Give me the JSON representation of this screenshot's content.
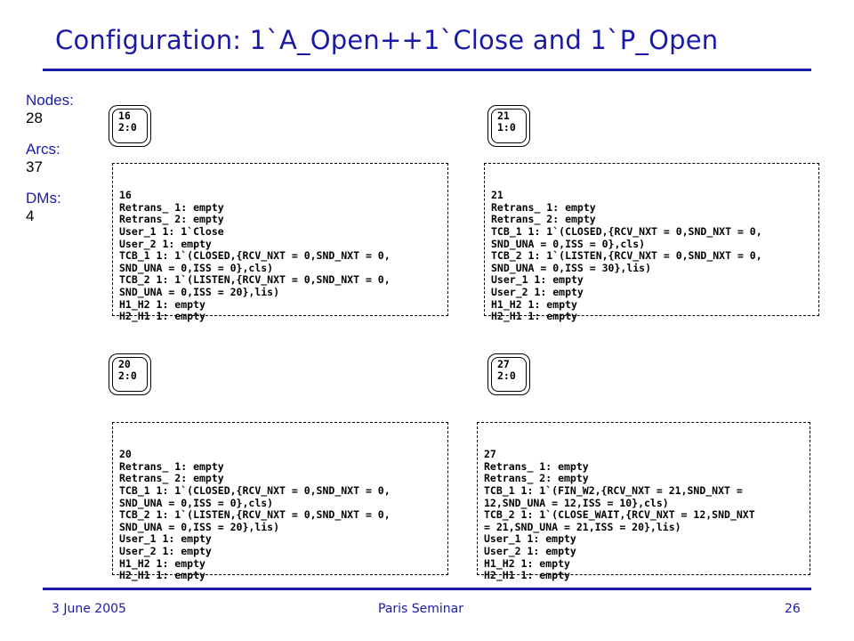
{
  "title": "Configuration: 1`A_Open++1`Close and 1`P_Open",
  "stats": {
    "nodes_label": "Nodes:",
    "nodes_value": "28",
    "arcs_label": "Arcs:",
    "arcs_value": "37",
    "dms_label": "DMs:",
    "dms_value": "4"
  },
  "states": [
    {
      "node_line1": "16",
      "node_line2": "2:0",
      "lines": [
        "16",
        "Retrans_ 1: empty",
        "Retrans_ 2: empty",
        "User_1 1: 1`Close",
        "User_2 1: empty",
        "TCB_1 1: 1`(CLOSED,{RCV_NXT = 0,SND_NXT = 0,",
        "SND_UNA = 0,ISS = 0},cls)",
        "TCB_2 1: 1`(LISTEN,{RCV_NXT = 0,SND_NXT = 0,",
        "SND_UNA = 0,ISS = 20},lis)",
        "H1_H2 1: empty",
        "H2_H1 1: empty"
      ]
    },
    {
      "node_line1": "21",
      "node_line2": "1:0",
      "lines": [
        "21",
        "Retrans_ 1: empty",
        "Retrans_ 2: empty",
        "TCB_1 1: 1`(CLOSED,{RCV_NXT = 0,SND_NXT = 0,",
        "SND_UNA = 0,ISS = 0},cls)",
        "TCB_2 1: 1`(LISTEN,{RCV_NXT = 0,SND_NXT = 0,",
        "SND_UNA = 0,ISS = 30},lis)",
        "User_1 1: empty",
        "User_2 1: empty",
        "H1_H2 1: empty",
        "H2_H1 1: empty"
      ]
    },
    {
      "node_line1": "20",
      "node_line2": "2:0",
      "lines": [
        "20",
        "Retrans_ 1: empty",
        "Retrans_ 2: empty",
        "TCB_1 1: 1`(CLOSED,{RCV_NXT = 0,SND_NXT = 0,",
        "SND_UNA = 0,ISS = 0},cls)",
        "TCB_2 1: 1`(LISTEN,{RCV_NXT = 0,SND_NXT = 0,",
        "SND_UNA = 0,ISS = 20},lis)",
        "User_1 1: empty",
        "User_2 1: empty",
        "H1_H2 1: empty",
        "H2_H1 1: empty"
      ]
    },
    {
      "node_line1": "27",
      "node_line2": "2:0",
      "lines": [
        "27",
        "Retrans_ 1: empty",
        "Retrans_ 2: empty",
        "TCB_1 1: 1`(FIN_W2,{RCV_NXT = 21,SND_NXT =",
        "12,SND_UNA = 12,ISS = 10},cls)",
        "TCB_2 1: 1`(CLOSE_WAIT,{RCV_NXT = 12,SND_NXT",
        "= 21,SND_UNA = 21,ISS = 20},lis)",
        "User_1 1: empty",
        "User_2 1: empty",
        "H1_H2 1: empty",
        "H2_H1 1: empty"
      ]
    }
  ],
  "footer": {
    "date": "3 June 2005",
    "event": "Paris Seminar",
    "page": "26"
  }
}
